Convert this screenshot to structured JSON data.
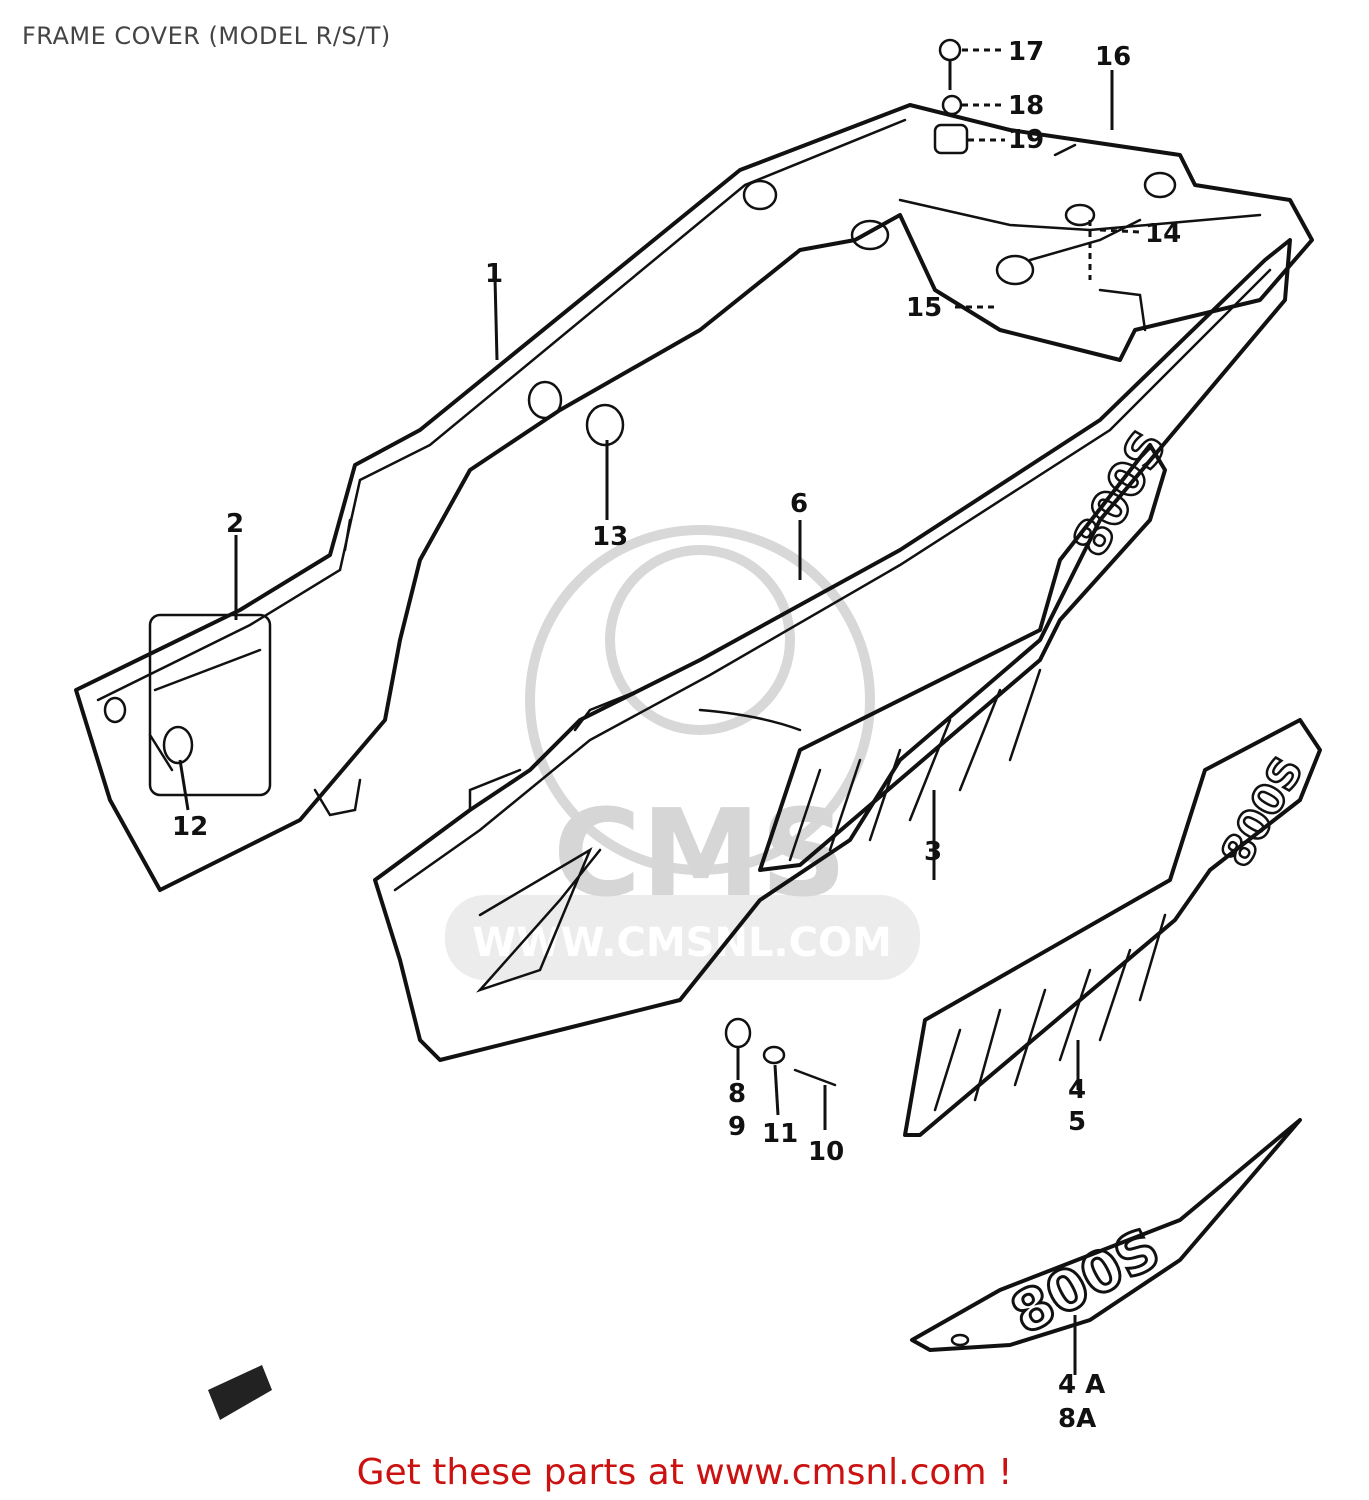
{
  "title": "FRAME COVER (MODEL R/S/T)",
  "footer": "Get these parts at www.cmsnl.com !",
  "watermark": {
    "logo_text": "CMS",
    "url_text": "WWW.CMSNL.COM"
  },
  "callouts": {
    "c1": "1",
    "c2": "2",
    "c3": "3",
    "c4": "4",
    "c4a": "4 A",
    "c5": "5",
    "c6": "6",
    "c8": "8",
    "c8a": "8A",
    "c9": "9",
    "c10": "10",
    "c11": "11",
    "c12": "12",
    "c13": "13",
    "c14": "14",
    "c15": "15",
    "c16": "16",
    "c17": "17",
    "c18": "18",
    "c19": "19"
  },
  "decal_text": "800S",
  "colors": {
    "footer": "#cc1111",
    "lines": "#111111",
    "watermark": "#d6d6d6"
  }
}
